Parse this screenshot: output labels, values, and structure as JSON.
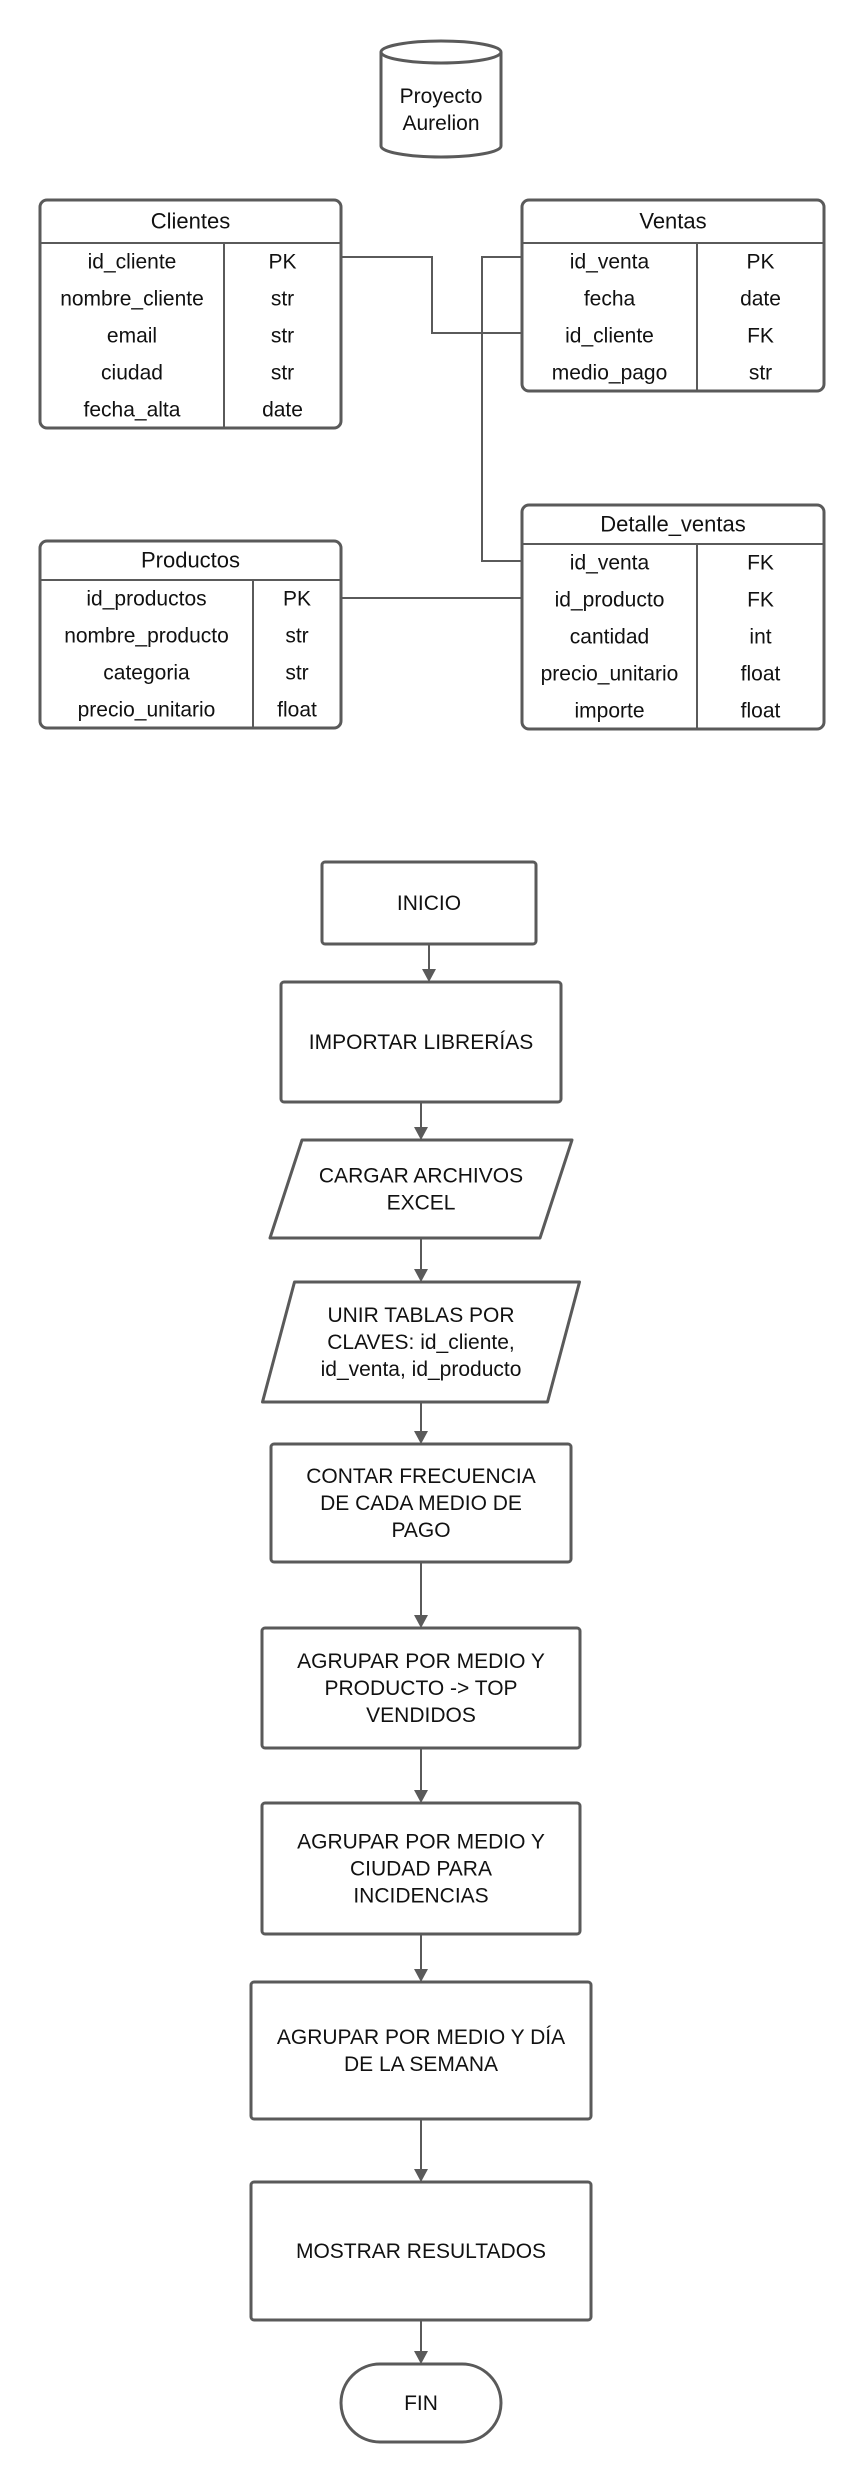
{
  "database": {
    "label_lines": [
      "Proyecto",
      "Aurelion"
    ]
  },
  "tables": [
    {
      "title": "Clientes",
      "rows": [
        [
          "id_cliente",
          "PK"
        ],
        [
          "nombre_cliente",
          "str"
        ],
        [
          "email",
          "str"
        ],
        [
          "ciudad",
          "str"
        ],
        [
          "fecha_alta",
          "date"
        ]
      ]
    },
    {
      "title": "Ventas",
      "rows": [
        [
          "id_venta",
          "PK"
        ],
        [
          "fecha",
          "date"
        ],
        [
          "id_cliente",
          "FK"
        ],
        [
          "medio_pago",
          "str"
        ]
      ]
    },
    {
      "title": "Productos",
      "rows": [
        [
          "id_productos",
          "PK"
        ],
        [
          "nombre_producto",
          "str"
        ],
        [
          "categoria",
          "str"
        ],
        [
          "precio_unitario",
          "float"
        ]
      ]
    },
    {
      "title": "Detalle_ventas",
      "rows": [
        [
          "id_venta",
          "FK"
        ],
        [
          "id_producto",
          "FK"
        ],
        [
          "cantidad",
          "int"
        ],
        [
          "precio_unitario",
          "float"
        ],
        [
          "importe",
          "float"
        ]
      ]
    }
  ],
  "flow": [
    {
      "shape": "rect",
      "lines": [
        "INICIO"
      ]
    },
    {
      "shape": "rect",
      "lines": [
        "IMPORTAR LIBRERÍAS"
      ]
    },
    {
      "shape": "parallelogram",
      "lines": [
        "CARGAR ARCHIVOS",
        "EXCEL"
      ]
    },
    {
      "shape": "parallelogram",
      "lines": [
        "UNIR TABLAS POR",
        "CLAVES: id_cliente,",
        "id_venta, id_producto"
      ]
    },
    {
      "shape": "rect",
      "lines": [
        "CONTAR FRECUENCIA",
        "DE CADA MEDIO DE",
        "PAGO"
      ]
    },
    {
      "shape": "rect",
      "lines": [
        "AGRUPAR POR MEDIO Y",
        "PRODUCTO -> TOP",
        "VENDIDOS"
      ]
    },
    {
      "shape": "rect",
      "lines": [
        "AGRUPAR POR MEDIO Y",
        "CIUDAD PARA",
        "INCIDENCIAS"
      ]
    },
    {
      "shape": "rect",
      "lines": [
        "AGRUPAR POR MEDIO Y DÍA",
        "DE LA SEMANA"
      ]
    },
    {
      "shape": "rect",
      "lines": [
        "MOSTRAR RESULTADOS"
      ]
    },
    {
      "shape": "terminator",
      "lines": [
        "FIN"
      ]
    }
  ]
}
